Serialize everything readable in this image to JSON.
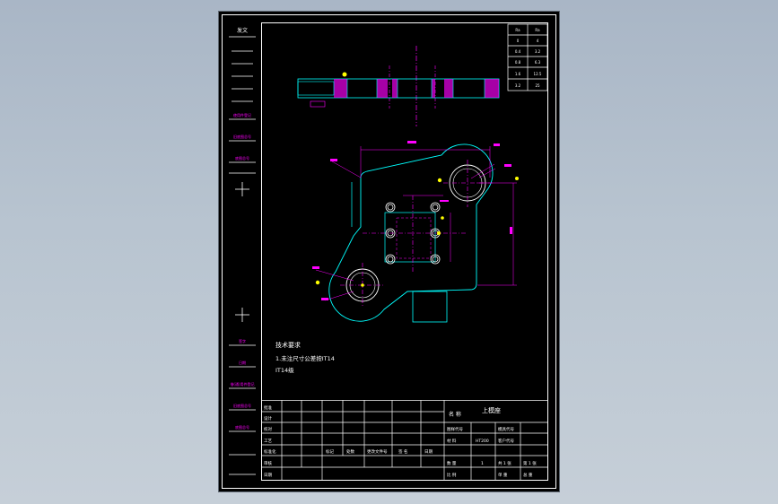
{
  "colors": {
    "background": "#b3bfcc",
    "sheet": "#000000",
    "frame": "#ffffff",
    "outline": "#00ffff",
    "centerline": "#ff00ff",
    "dimension": "#ff00ff",
    "marker": "#ffff00",
    "hatch": "#ff00ff"
  },
  "side_column": {
    "header": "发文",
    "labels": [
      "使用件登记",
      "旧底图总号",
      "底图总号",
      "签字",
      "日期",
      "借(通)用件登记",
      "旧底图总号",
      "底图总号"
    ]
  },
  "roughness_table": [
    [
      "Ra",
      "Ra"
    ],
    [
      "0",
      "4"
    ],
    [
      "0.4",
      "3.2"
    ],
    [
      "0.8",
      "6.3"
    ],
    [
      "1.6",
      "12.5"
    ],
    [
      "3.2",
      "25"
    ]
  ],
  "tech_notes": {
    "title": "技术要求",
    "line1": "1.未注尺寸公差按IT14",
    "line2": "IT14级"
  },
  "title_block": {
    "part_name_label": "名 称",
    "part_name": "上模座",
    "left_rows": [
      "批准",
      "设计",
      "校对",
      "工艺",
      "标准化",
      "审核",
      "日期"
    ],
    "bottom_headers": [
      "标记",
      "处数",
      "更改文件号",
      "签 名",
      "日期"
    ],
    "right_rows": [
      [
        "图样代号",
        "",
        "模具代号",
        ""
      ],
      [
        "材 料",
        "HT200",
        "客户代号",
        ""
      ],
      [
        "数 量",
        "1",
        "共 1 张",
        "第 1 张"
      ],
      [
        "比 例",
        "",
        "单 重",
        "总 重"
      ]
    ]
  }
}
